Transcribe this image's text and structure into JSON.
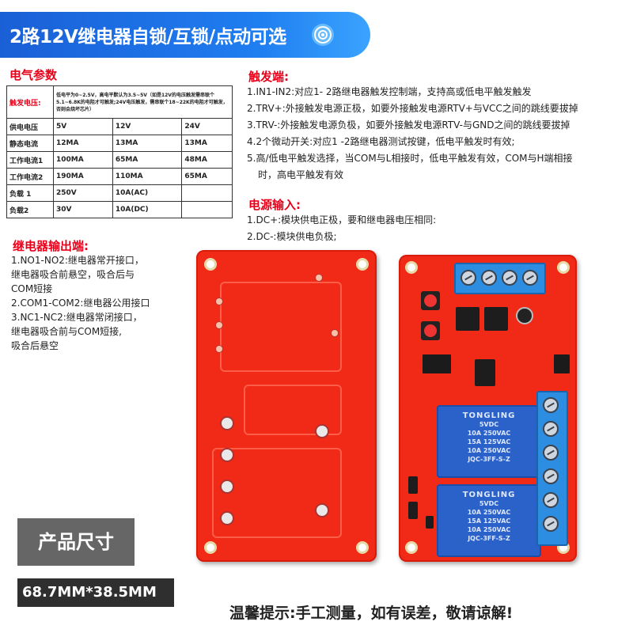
{
  "banner": {
    "title": "2路12V继电器自锁/互锁/点动可选"
  },
  "specs": {
    "heading": "电气参数",
    "trigger_label": "触发电压:",
    "trigger_note": "低电平为0~2.5V，高电平默认为3.5~5V（如是12V的电压触发需串联个5.1~6.8K的电阻才可触发;24V电压触发，需串联个18~22K的电阻才可触发，否则会烧坏芯片）",
    "rows": [
      {
        "label": "供电电压",
        "c1": "5V",
        "c2": "12V",
        "c3": "24V"
      },
      {
        "label": "静态电流",
        "c1": "12MA",
        "c2": "13MA",
        "c3": "13MA"
      },
      {
        "label": "工作电流1",
        "c1": "100MA",
        "c2": "65MA",
        "c3": "48MA"
      },
      {
        "label": "工作电流2",
        "c1": "190MA",
        "c2": "110MA",
        "c3": "65MA"
      },
      {
        "label": "负载 1",
        "c1": "250V",
        "c2": "10A(AC)",
        "c3": ""
      },
      {
        "label": "负载2",
        "c1": "30V",
        "c2": "10A(DC)",
        "c3": ""
      }
    ]
  },
  "trigger": {
    "heading": "触发端:",
    "lines": [
      "1.IN1-IN2:对应1- 2路继电器触发控制端，支持高或低电平触发触发",
      "2.TRV+:外接触发电源正极，如要外接触发电源RTV+与VCC之间的跳线要拔掉",
      "3.TRV-:外接触发电源负极，如要外接触发电源RTV-与GND之间的跳线要拔掉",
      "4.2个微动开关:对应1 -2路继电器测试按键，低电平触发时有效;",
      "5.高/低电平触发选择，当COM与L相接时，低电平触发有效，COM与H端相接",
      "时，高电平触发有效"
    ]
  },
  "power": {
    "heading": "电源输入:",
    "lines": [
      "1.DC+:模块供电正极，要和继电器电压相同:",
      "2.DC-:模块供电负极;"
    ]
  },
  "relay_out": {
    "heading": "继电器输出端:",
    "lines": [
      "1.NO1-NO2:继电器常开接口，",
      "继电器吸合前悬空，吸合后与",
      "COM短接",
      "2.COM1-COM2:继电器公用接口",
      "3.NC1-NC2:继电器常闭接口，",
      "继电器吸合前与COM短接,",
      "吸合后悬空"
    ]
  },
  "relays": [
    {
      "brand": "TONGLING",
      "volt": "5VDC",
      "spec1": "10A 250VAC",
      "spec2": "15A 125VAC",
      "spec3": "10A 250VAC",
      "model": "JQC-3FF-S-Z"
    },
    {
      "brand": "TONGLING",
      "volt": "5VDC",
      "spec1": "10A 250VAC",
      "spec2": "15A 125VAC",
      "spec3": "10A 250VAC",
      "model": "JQC-3FF-S-Z"
    }
  ],
  "size": {
    "label": "产品尺寸",
    "value": "68.7MM*38.5MM"
  },
  "tip": "温馨提示:手工测量，如有误差，敬请谅解!",
  "colors": {
    "accent_red": "#e8001a",
    "banner_blue": "#1f7ef0",
    "board_red": "#f02a17",
    "relay_blue": "#2a62c9"
  }
}
